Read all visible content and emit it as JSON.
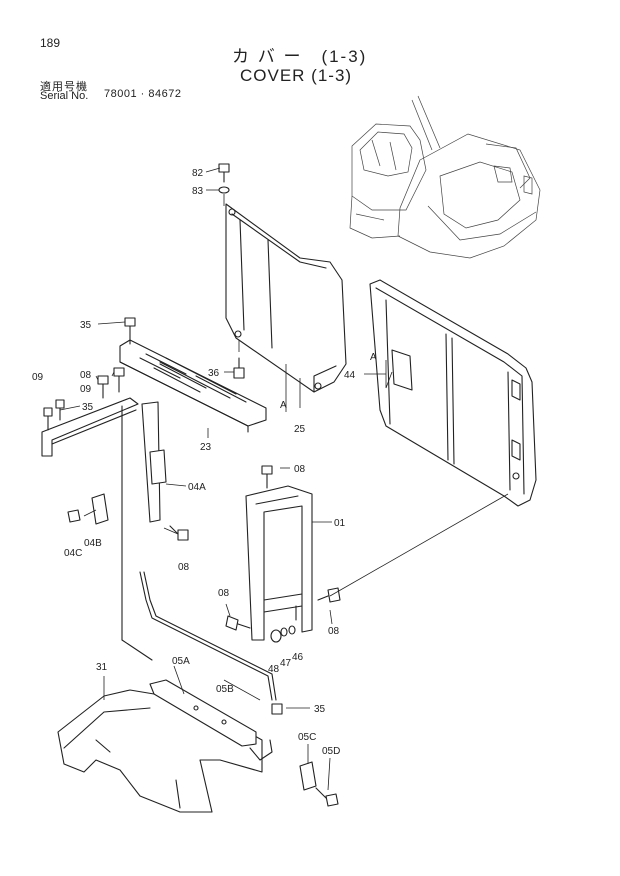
{
  "page_number": "189",
  "title_jp": "カ バ ー　(1-3)",
  "title_en": "COVER (1-3)",
  "serial_label_jp": "適用号機",
  "serial_label_en": "Serial No.",
  "serial_range": "78001 · 84672",
  "parts": {
    "p82": "82",
    "p83": "83",
    "p35a": "35",
    "p35b": "35",
    "p35c": "35",
    "p36": "36",
    "p09a": "09",
    "p09b": "09",
    "p08a": "08",
    "p08b": "08",
    "p08c": "08",
    "p08d": "08",
    "p08e": "08",
    "pA1": "A",
    "pA2": "A",
    "p44": "44",
    "p25": "25",
    "p23": "23",
    "p04A": "04A",
    "p04B": "04B",
    "p04C": "04C",
    "p01": "01",
    "p48": "48",
    "p47": "47",
    "p46": "46",
    "p31": "31",
    "p05A": "05A",
    "p05B": "05B",
    "p05C": "05C",
    "p05D": "05D"
  }
}
